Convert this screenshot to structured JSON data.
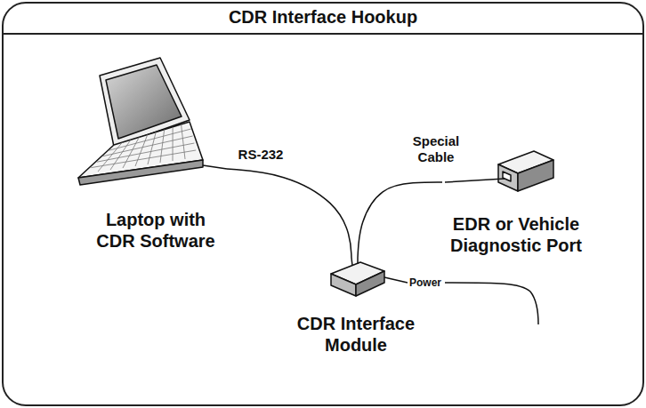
{
  "diagram": {
    "title": "CDR Interface Hookup",
    "nodes": [
      {
        "text": [
          "Laptop with CDR Software"
        ]
      },
      {
        "text": [
          "EDR or Vehicle Diagnostic Port"
        ]
      },
      {
        "text": [
          "CDR Interface Module"
        ]
      }
    ],
    "edges": [
      {
        "from": 0,
        "to": 2,
        "arrow": "none",
        "label": "RS-232"
      },
      {
        "from": 2,
        "to": 1,
        "arrow": "none",
        "label": "Special Cable"
      }
    ],
    "labels": [
      "Power"
    ]
  }
}
